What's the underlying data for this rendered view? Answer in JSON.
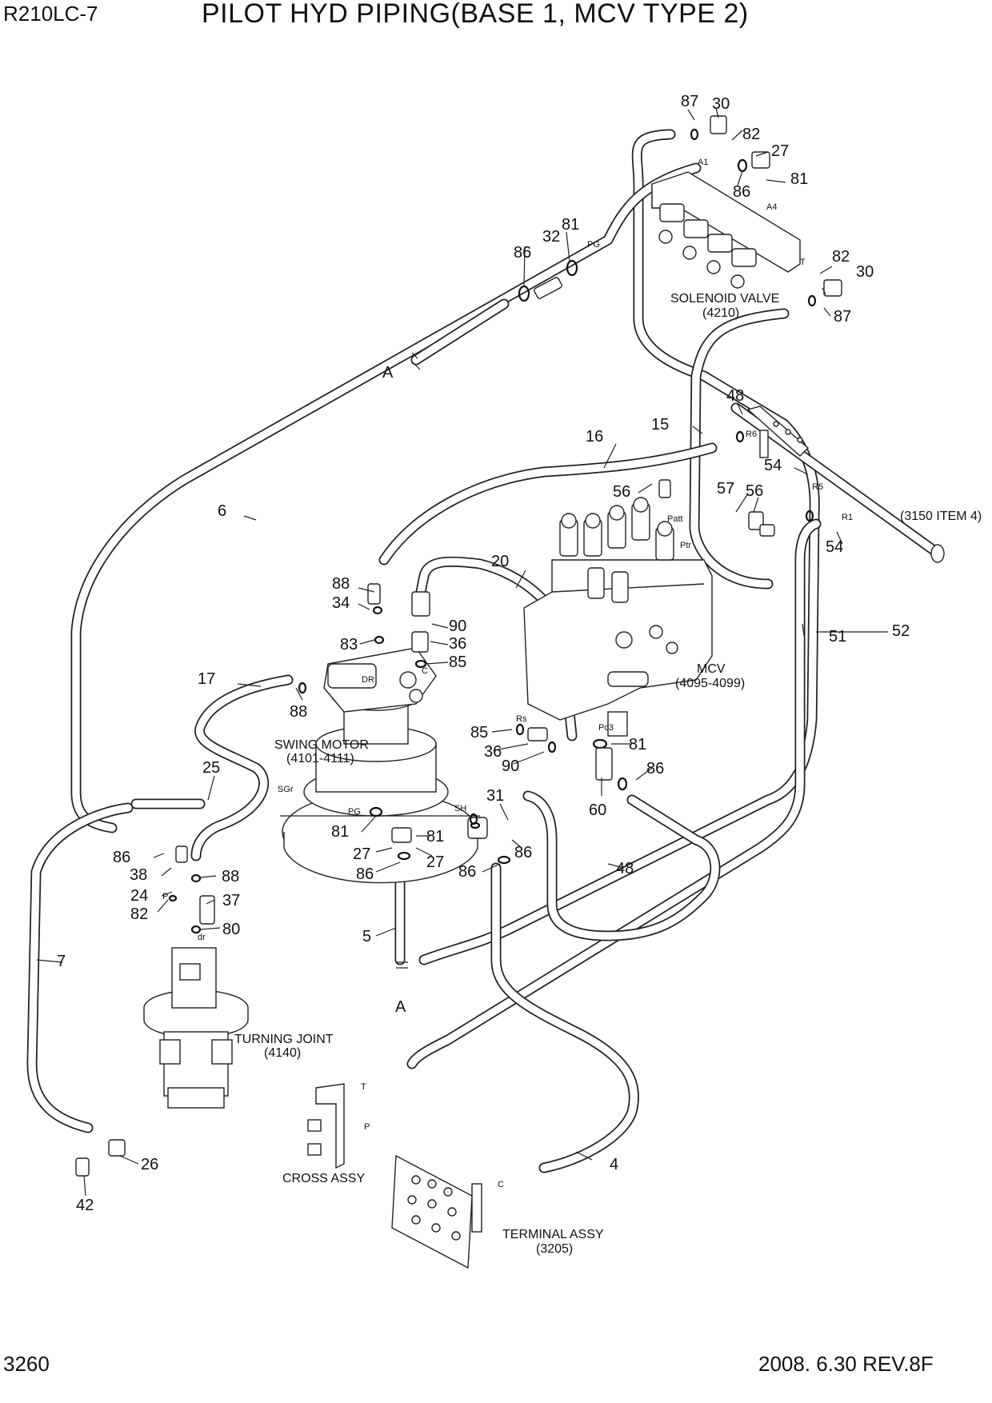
{
  "header": {
    "model": "R210LC-7",
    "title": "PILOT HYD PIPING(BASE 1, MCV TYPE 2)"
  },
  "footer": {
    "page_number": "3260",
    "revision": "2008. 6.30  REV.8F"
  },
  "components": {
    "solenoid_valve": {
      "name": "SOLENOID VALVE",
      "ref": "(4210)"
    },
    "mcv": {
      "name": "MCV",
      "ref": "(4095-4099)"
    },
    "swing_motor": {
      "name": "SWING MOTOR",
      "ref": "(4101-4111)"
    },
    "turning_joint": {
      "name": "TURNING JOINT",
      "ref": "(4140)"
    },
    "cross_assy": {
      "name": "CROSS ASSY"
    },
    "terminal_assy": {
      "name": "TERMINAL ASSY",
      "ref": "(3205)"
    },
    "ref_3150": "(3150 ITEM 4)"
  },
  "break_marks": [
    "A",
    "A"
  ],
  "port_labels": [
    "A1",
    "A4",
    "PG",
    "T",
    "R6",
    "R5",
    "R1",
    "Patt",
    "Ptr",
    "DR",
    "C",
    "Rs",
    "Pc3",
    "SGr",
    "PG",
    "SH",
    "P",
    "dr",
    "T",
    "P",
    "C"
  ],
  "callouts": [
    "87",
    "30",
    "82",
    "27",
    "86",
    "81",
    "32",
    "86",
    "81",
    "82",
    "30",
    "87",
    "48",
    "15",
    "16",
    "54",
    "56",
    "57",
    "56",
    "54",
    "6",
    "20",
    "88",
    "34",
    "83",
    "90",
    "36",
    "85",
    "17",
    "88",
    "85",
    "36",
    "90",
    "81",
    "86",
    "60",
    "25",
    "31",
    "81",
    "81",
    "27",
    "27",
    "86",
    "86",
    "86",
    "86",
    "38",
    "88",
    "24",
    "37",
    "82",
    "80",
    "48",
    "5",
    "7",
    "51",
    "52",
    "4",
    "26",
    "42"
  ]
}
